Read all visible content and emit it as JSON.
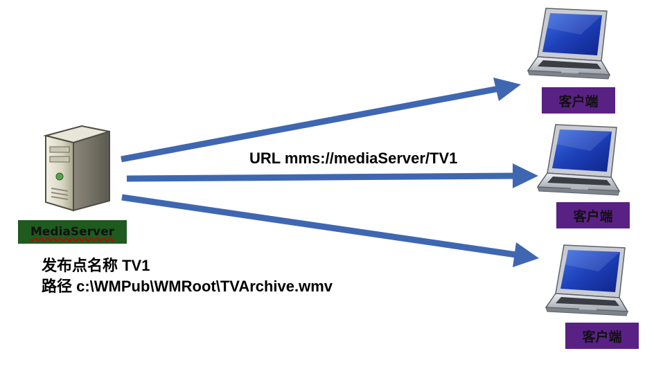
{
  "server": {
    "label": "MediaServer"
  },
  "url": {
    "text": "URL mms://mediaServer/TV1"
  },
  "publishing_point": {
    "name_line": "发布点名称 TV1",
    "path_line": "路径 c:\\WMPub\\WMRoot\\TVArchive.wmv"
  },
  "clients": [
    {
      "label": "客户端"
    },
    {
      "label": "客户端"
    },
    {
      "label": "客户端"
    }
  ],
  "colors": {
    "arrow": "#3f67b1",
    "client_label_bg": "#5a2185",
    "server_label_bg": "#1f5a1f"
  },
  "icons": {
    "server": "server-tower-icon",
    "client": "laptop-icon"
  }
}
